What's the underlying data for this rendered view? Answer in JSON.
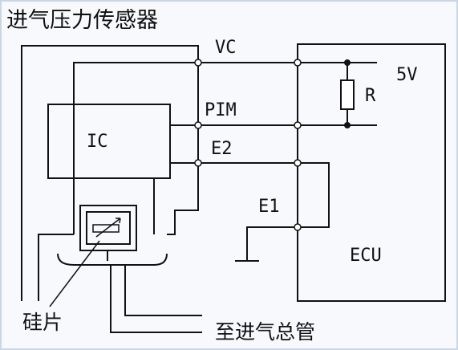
{
  "title": "进气压力传感器",
  "terminals": {
    "vc": "VC",
    "pim": "PIM",
    "e2": "E2",
    "e1": "E1"
  },
  "ecu": {
    "label": "ECU",
    "supply": "5V",
    "resistor": "R"
  },
  "ic_label": "IC",
  "callouts": {
    "silicon_chip": "硅片",
    "to_intake_manifold": "至进气总管"
  }
}
